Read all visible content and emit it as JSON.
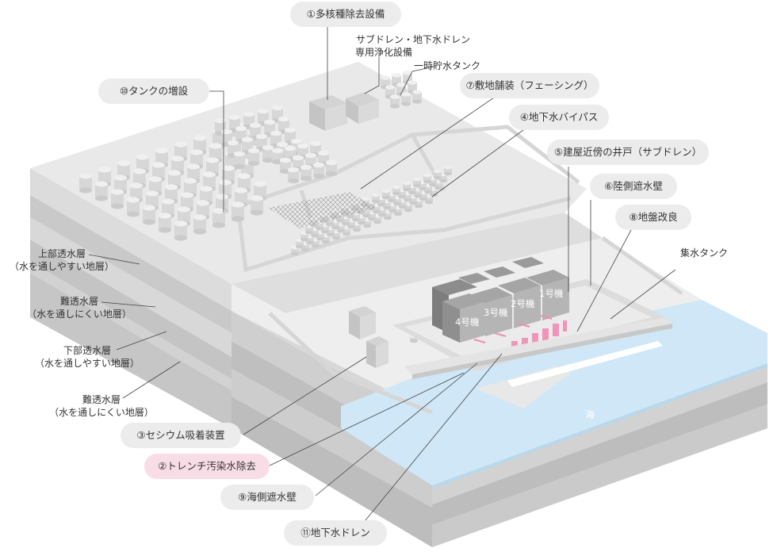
{
  "labels": {
    "l1": "①多核種除去設備",
    "l2": "②トレンチ汚染水除去",
    "l3": "③セシウム吸着装置",
    "l4": "④地下水バイパス",
    "l5": "⑤建屋近傍の井戸（サブドレン）",
    "l6": "⑥陸側遮水壁",
    "l7": "⑦敷地舗装（フェーシング）",
    "l8": "⑧地盤改良",
    "l9": "⑨海側遮水壁",
    "l10": "⑩タンクの増設",
    "l11": "⑪地下水ドレン",
    "subdrain_line1": "サブドレン・地下水ドレン",
    "subdrain_line2": "専用浄化設備",
    "temp_tank": "一時貯水タンク",
    "collect_tank": "集水タンク",
    "sea": "海"
  },
  "units": {
    "u1": "1号機",
    "u2": "2号機",
    "u3": "3号機",
    "u4": "4号機"
  },
  "layers": {
    "upper_aquifer": "上部透水層",
    "upper_aquifer_desc": "（水を通しやすい地層）",
    "aquitard1": "難透水層",
    "aquitard1_desc": "（水を通しにくい地層）",
    "lower_aquifer": "下部透水層",
    "lower_aquifer_desc": "（水を通しやすい地層）",
    "aquitard2": "難透水層",
    "aquitard2_desc": "（水を通しにくい地層）"
  },
  "colors": {
    "ground_top": "#ececec",
    "ground_side": "#d4d4d4",
    "sea": "#cfe7f6",
    "label_bg": "#ececec",
    "highlight_bg": "#f8dde6",
    "ground_improvement": "#f08cb4",
    "building": "#9b9b9b"
  }
}
